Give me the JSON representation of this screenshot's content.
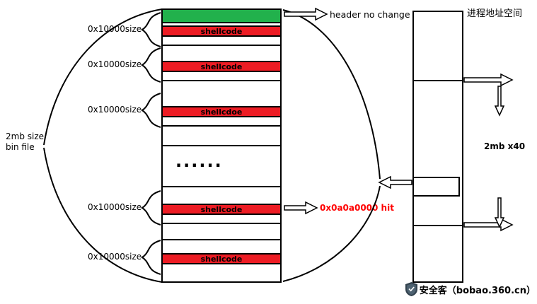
{
  "left_column": {
    "header_color": "#22B14C",
    "shellcode_bars": [
      "shellcode",
      "shellcode",
      "shellcdoe",
      "shellcode",
      "shellcode"
    ],
    "dots": "......",
    "size_labels": [
      "0x10000size",
      "0x10000size",
      "0x10000size",
      "0x10000size",
      "0x10000size"
    ],
    "bin_label_line1": "2mb size",
    "bin_label_line2": "bin file"
  },
  "annotations": {
    "header_note": "header no change",
    "hit_note": "0x0a0a0000 hit",
    "hit_color": "#FF0000"
  },
  "address_space": {
    "title": "进程地址空间",
    "span_label": "2mb x40"
  },
  "watermark": {
    "text": "安全客（bobao.360.cn）"
  },
  "colors": {
    "shellcode_red": "#ED1C24",
    "header_green": "#22B14C"
  }
}
